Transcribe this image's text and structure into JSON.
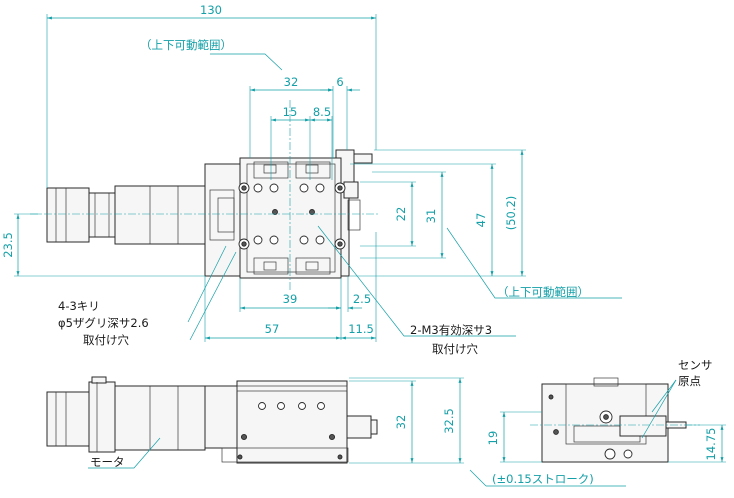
{
  "dimensions": {
    "total_length": "130",
    "range_label_top": "（上下可動範囲）",
    "width_32": "32",
    "offset_6": "6",
    "pitch_15": "15",
    "pitch_8_5": "8.5",
    "height_23_5": "23.5",
    "height_22": "22",
    "height_31": "31",
    "height_47": "47",
    "height_50_2": "(50.2)",
    "range_label_right": "（上下可動範囲）",
    "width_39": "39",
    "width_2_5": "2.5",
    "width_57": "57",
    "width_11_5": "11.5",
    "front_32": "32",
    "front_32_5": "32.5",
    "side_19": "19",
    "side_14_75": "14.75"
  },
  "notes": {
    "mount_holes_line1": "4-3キリ",
    "mount_holes_line2": "φ5ザグリ深サ2.6",
    "mount_holes_line3": "取付け穴",
    "tap_holes_line1": "2-M3有効深サ3",
    "tap_holes_line2": "取付け穴",
    "sensor_line1": "センサ",
    "sensor_line2": "原点",
    "motor": "モータ",
    "stroke": "(±0.15ストローク)"
  }
}
